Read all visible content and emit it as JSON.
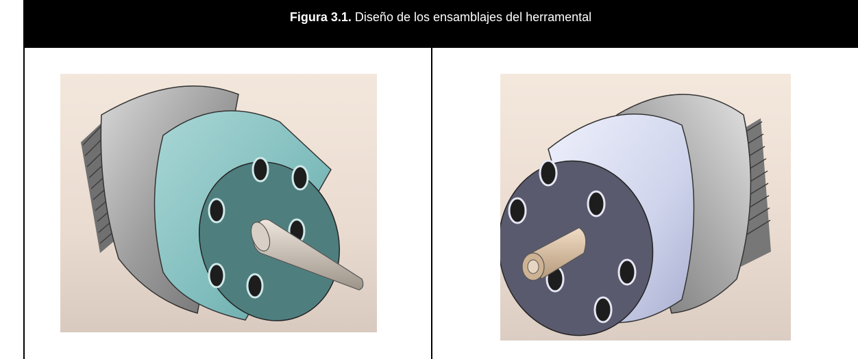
{
  "figure": {
    "label": "Figura 3.1.",
    "caption": "Diseño de los ensamblajes del herramental"
  },
  "images": [
    {
      "name": "assembly-left",
      "description": ""
    },
    {
      "name": "assembly-right",
      "description": ""
    }
  ]
}
